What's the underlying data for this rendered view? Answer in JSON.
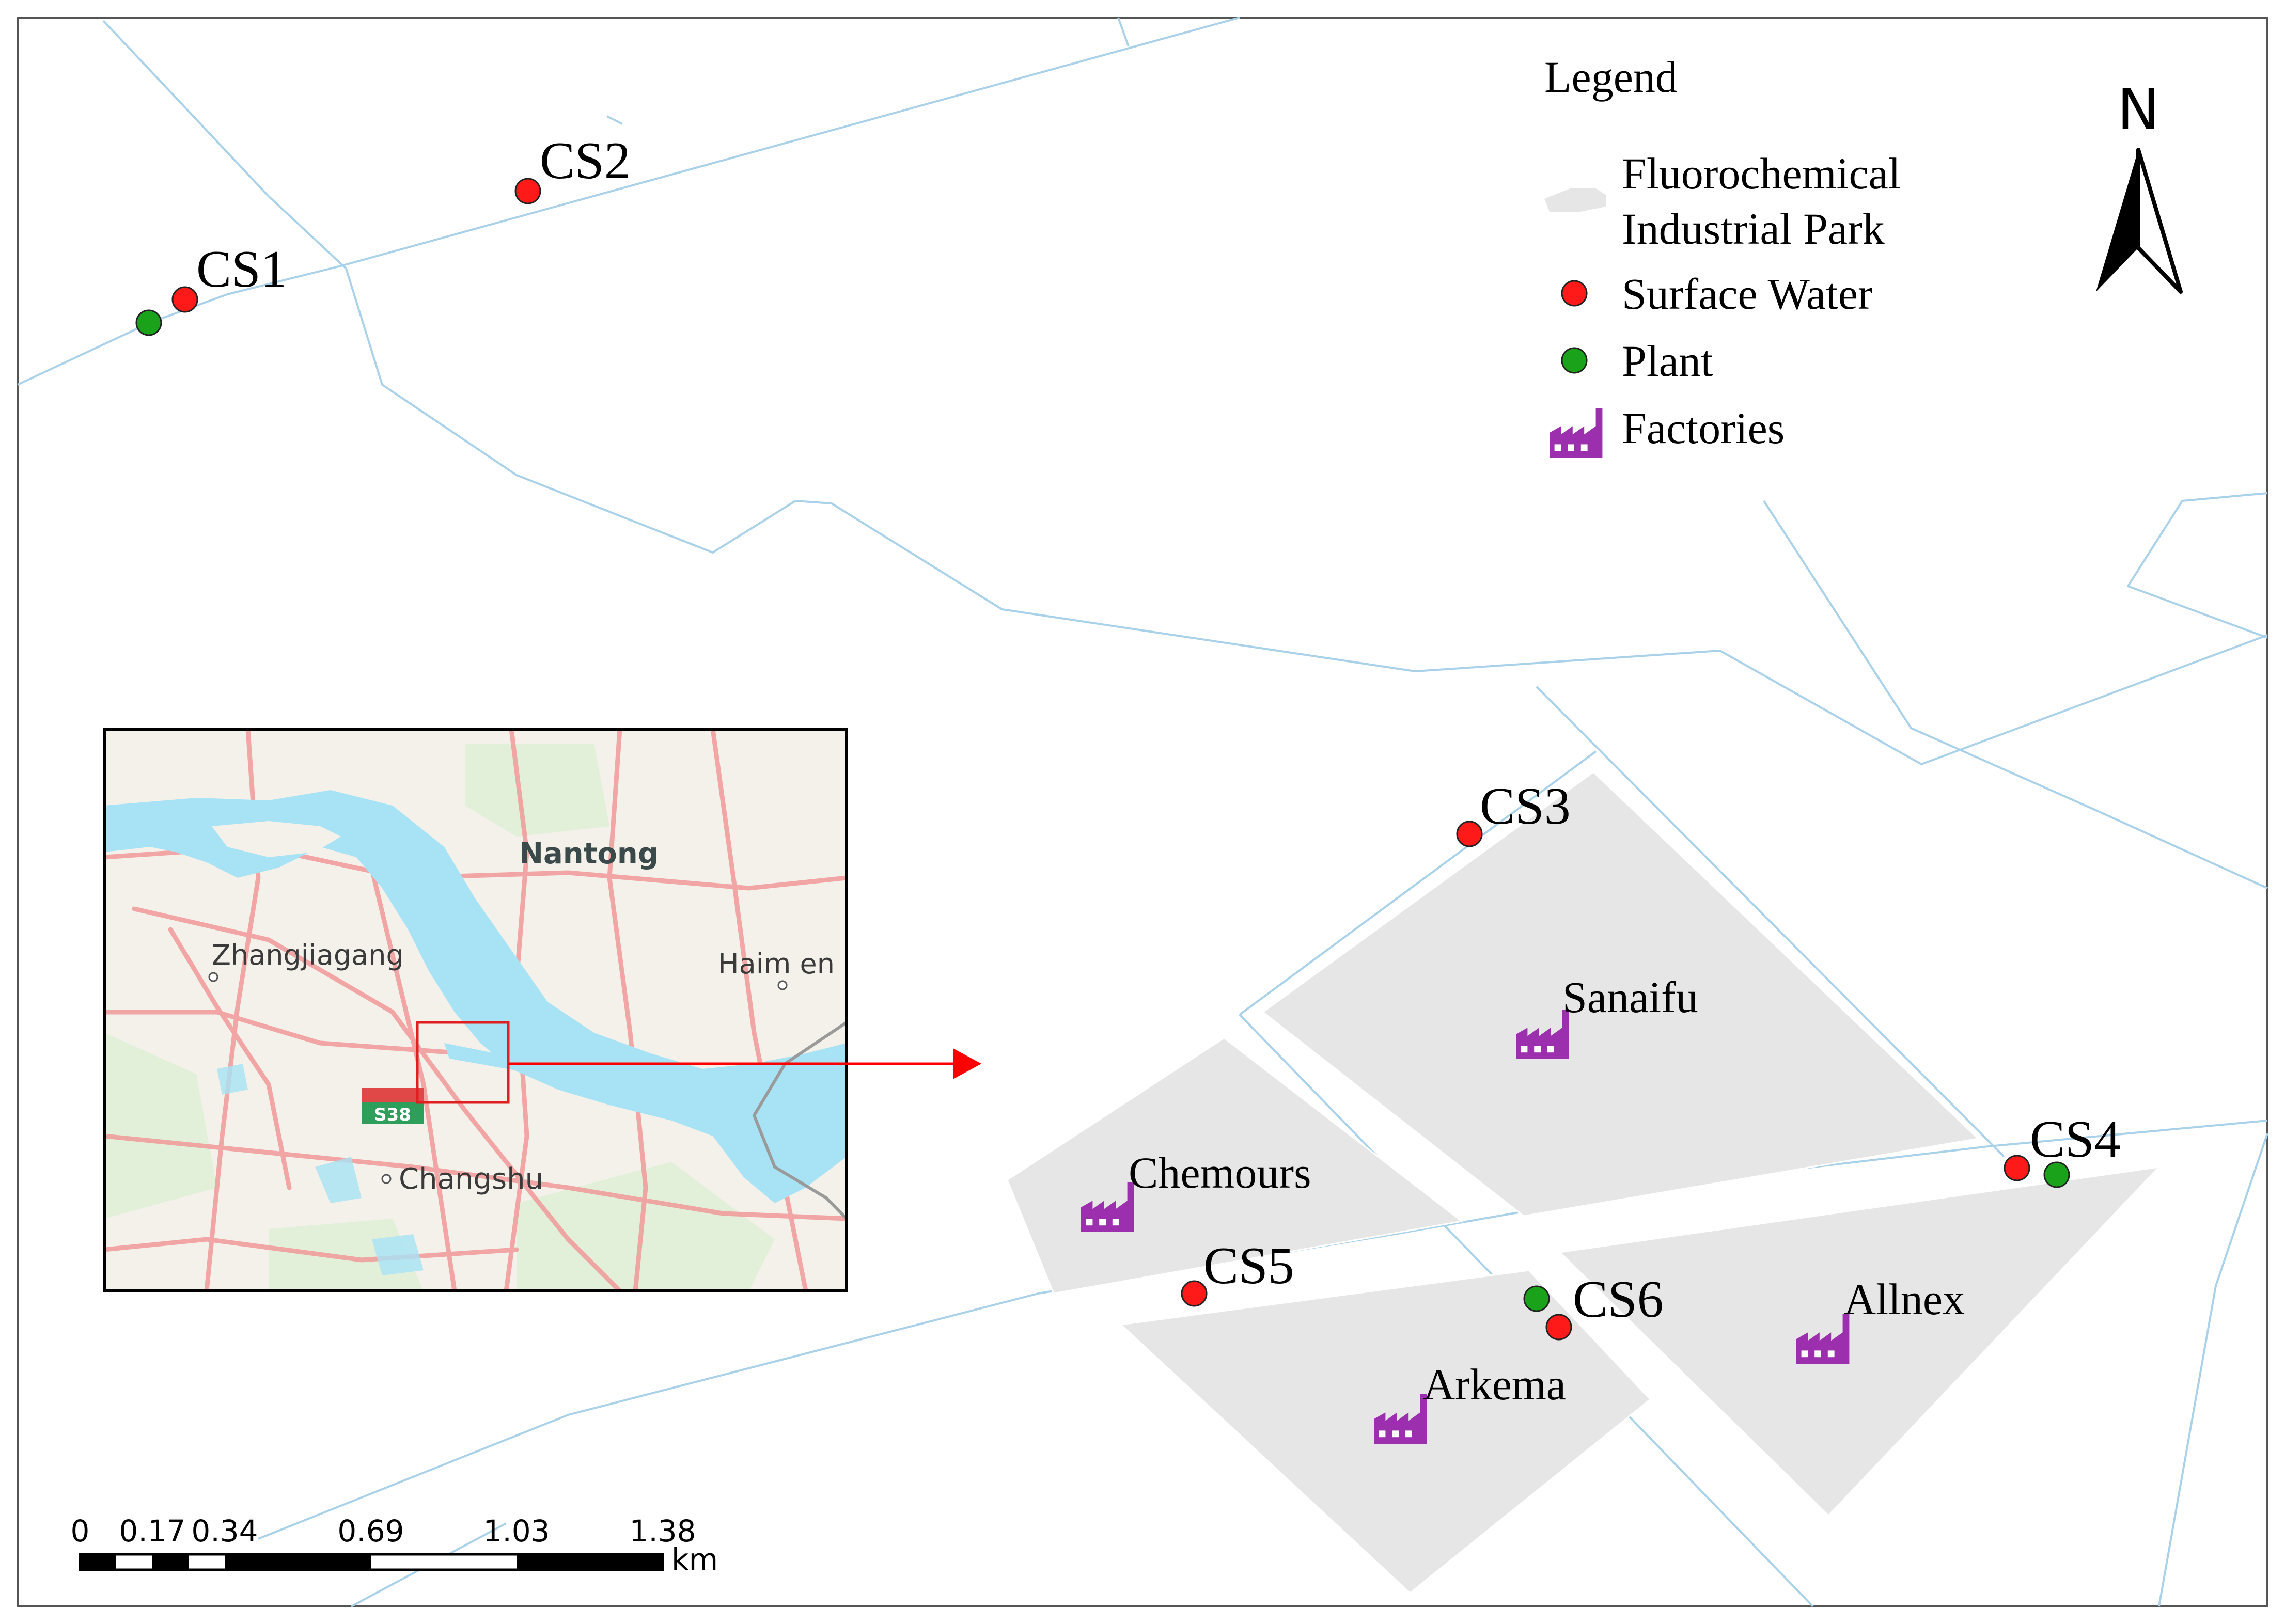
{
  "colors": {
    "river": "#a9d2ea",
    "park_fill": "#e6e6e6",
    "surface_water": "#ff1a1a",
    "plant": "#1aa31a",
    "factory": "#9b2fae",
    "arrow": "#ff0000",
    "inset_water": "#a8e3f5",
    "inset_road": "#f19a9a",
    "inset_highway": "#2e9e5b"
  },
  "legend": {
    "title": "Legend",
    "items": [
      {
        "label_line1": "Fluorochemical",
        "label_line2": "Industrial Park",
        "symbol": "park-patch"
      },
      {
        "label_line1": "Surface Water",
        "label_line2": "",
        "symbol": "red-circle"
      },
      {
        "label_line1": "Plant",
        "label_line2": "",
        "symbol": "green-circle"
      },
      {
        "label_line1": "Factories",
        "label_line2": "",
        "symbol": "factory-icon"
      }
    ]
  },
  "north_arrow": {
    "label": "N",
    "icon": "north-arrow-icon"
  },
  "sites": {
    "surface_water": [
      "CS1",
      "CS2",
      "CS3",
      "CS4",
      "CS5",
      "CS6"
    ],
    "plant": [
      "CS1",
      "CS4",
      "CS6"
    ]
  },
  "site_labels": {
    "cs1": "CS1",
    "cs2": "CS2",
    "cs3": "CS3",
    "cs4": "CS4",
    "cs5": "CS5",
    "cs6": "CS6"
  },
  "factories": {
    "sanaifu": "Sanaifu",
    "chemours": "Chemours",
    "allnex": "Allnex",
    "arkema": "Arkema"
  },
  "inset": {
    "cities": {
      "nantong": "Nantong",
      "zhangjiagang": "Zhangjiagang",
      "haimen": "Haim en",
      "changshu": "Changshu"
    },
    "highway_shield": "S38"
  },
  "scale_bar": {
    "ticks": [
      "0",
      "0.17",
      "0.34",
      "0.69",
      "1.03",
      "1.38"
    ],
    "unit": "km"
  }
}
